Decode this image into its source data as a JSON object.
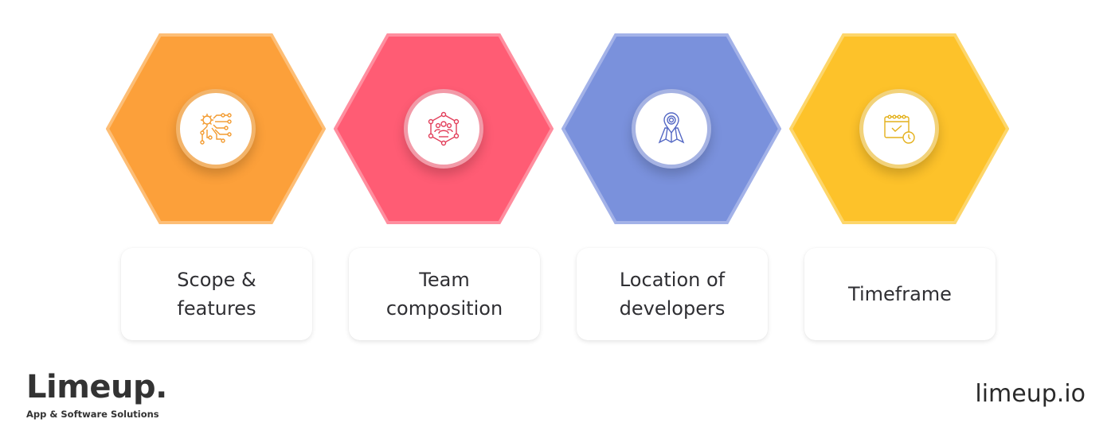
{
  "steps": [
    {
      "label": "Scope &\nfeatures",
      "icon": "gear-circuit-icon",
      "color": "#fca03a",
      "border": "#fdbe76",
      "icon_color": "#f39a2e"
    },
    {
      "label": "Team\ncomposition",
      "icon": "team-network-icon",
      "color": "#ff5c74",
      "border": "#ff8e9f",
      "icon_color": "#e23d59"
    },
    {
      "label": "Location of\ndevelopers",
      "icon": "map-pin-icon",
      "color": "#7a91dc",
      "border": "#a3b2e8",
      "icon_color": "#5468c4"
    },
    {
      "label": "Timeframe",
      "icon": "calendar-clock-icon",
      "color": "#fdc22a",
      "border": "#fdd66b",
      "icon_color": "#e4b01a"
    }
  ],
  "logo": {
    "name": "Limeup.",
    "tagline": "App & Software Solutions"
  },
  "website": "limeup.io"
}
